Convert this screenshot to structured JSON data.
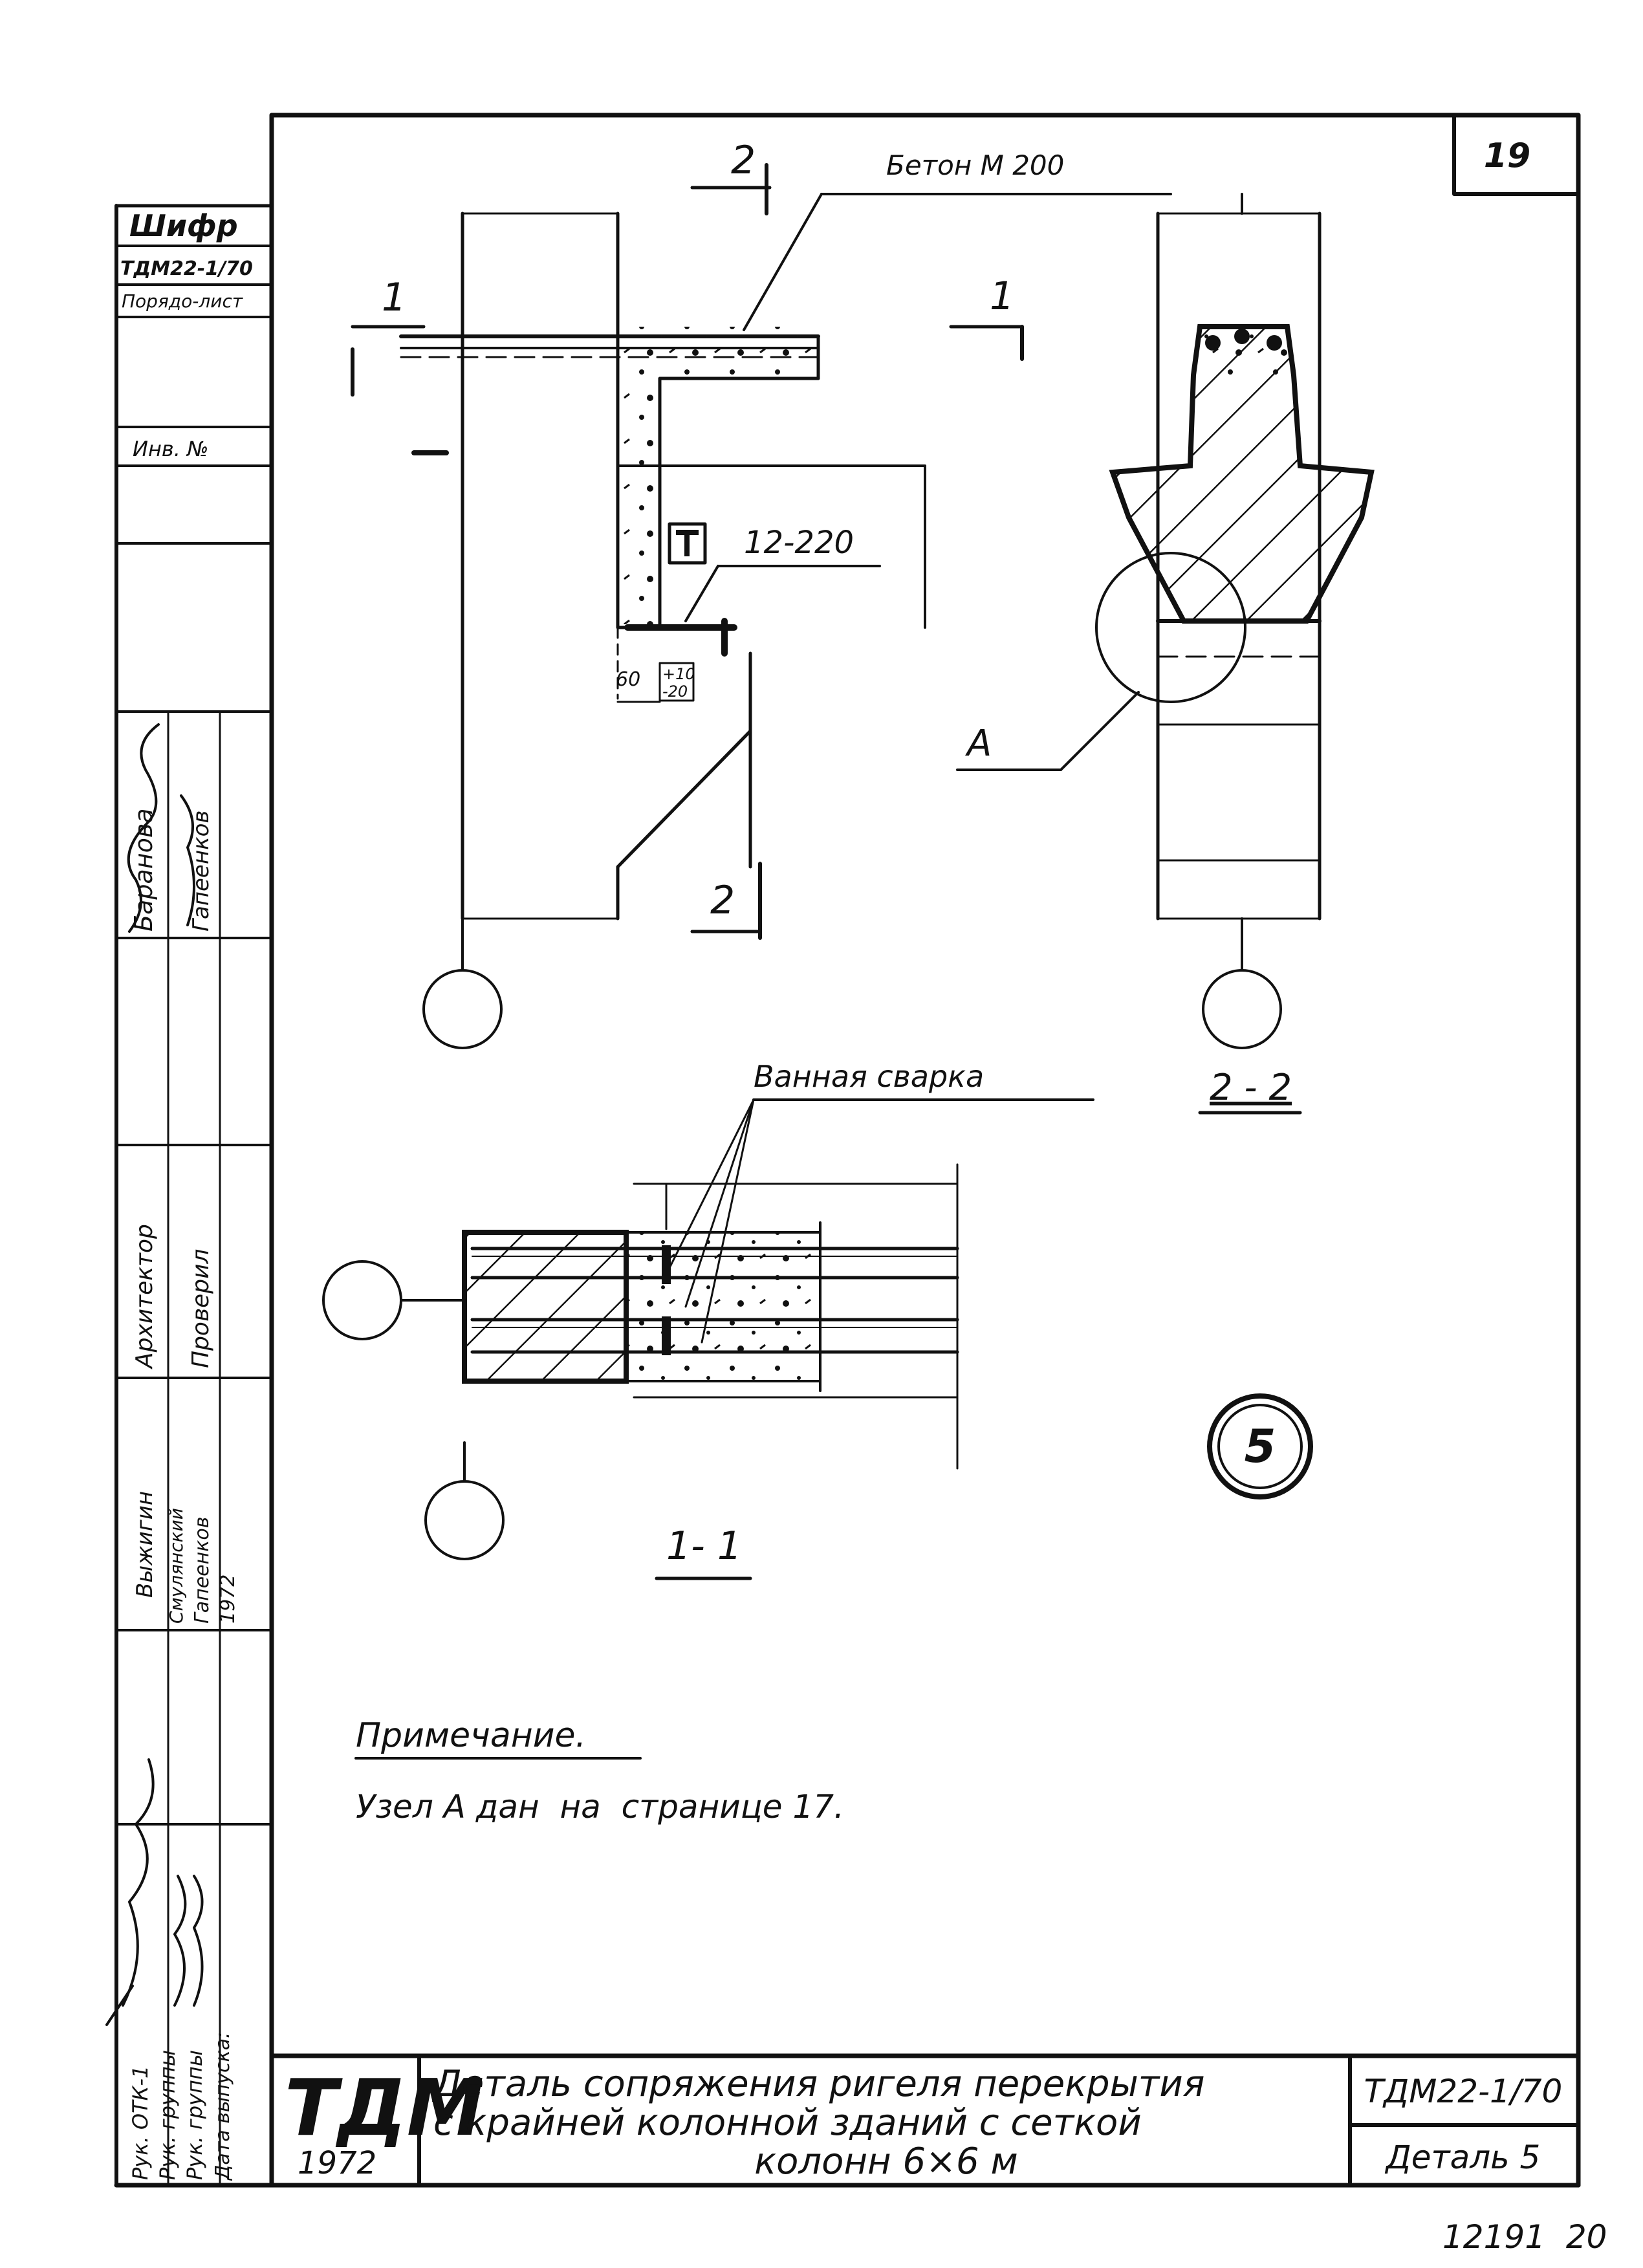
{
  "sheet": {
    "page_number": "19",
    "bottom_note": "12191  20"
  },
  "side_stamp": {
    "cipher_label": "Шифр",
    "cipher_value": "ТДМ22-1/70",
    "sheet_label": "Порядо-лист",
    "inv_label": "Инв. №",
    "names": [
      "Баранова",
      "Гапеенков",
      "Архитектор",
      "Проверил",
      "Выжигин",
      "Смулянский",
      "Гапеенков",
      "1972"
    ],
    "roles": [
      "Рук. ОТК-1",
      "Рук. группы",
      "Рук. группы",
      "Дата выпуска:"
    ]
  },
  "drawing": {
    "concrete_label": "Бетон М 200",
    "bar_label": "12-220",
    "dim_60": "60",
    "tol_plus": "+10",
    "tol_minus": "-20",
    "cut_1_left": "1",
    "cut_1_right": "1",
    "cut_2_top": "2",
    "cut_2_bottom": "2",
    "node_label": "А",
    "section_2_2": "2 - 2",
    "weld_label": "Ванная сварка",
    "section_1_1": "1- 1",
    "detail_number": "5"
  },
  "note": {
    "heading": "Примечание.",
    "text": "Узел А дан  на  странице 17."
  },
  "title_block": {
    "logo": "ТДМ",
    "year": "1972",
    "title_line1": "Деталь сопряжения ригеля перекрытия",
    "title_line2": "с крайней колонной зданий с сеткой",
    "title_line3": "колонн 6×6 м",
    "code": "ТДМ22-1/70",
    "detail": "Деталь 5"
  }
}
